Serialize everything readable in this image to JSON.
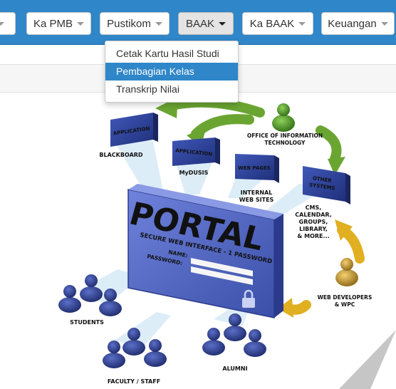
{
  "nav": {
    "buttons": [
      {
        "label": ""
      },
      {
        "label": "Ka PMB"
      },
      {
        "label": "Pustikom"
      },
      {
        "label": "BAAK"
      },
      {
        "label": "Ka BAAK"
      },
      {
        "label": "Keuangan"
      }
    ],
    "dropdown": {
      "items": [
        "Cetak Kartu Hasil Studi",
        "Pembagian Kelas",
        "Transkrip Nilai"
      ],
      "highlighted": "Pembagian Kelas"
    }
  },
  "diagram": {
    "portal_title": "PORTAL",
    "portal_subtitle": "SECURE WEB INTERFACE - 1 PASSWORD",
    "login_name_label": "NAME:",
    "login_password_label": "PASSWORD:",
    "apps": [
      {
        "box_label": "APPLICATION",
        "caption": "BLACKBOARD"
      },
      {
        "box_label": "APPLICATION",
        "caption": "MyDUSIS"
      },
      {
        "box_label": "WEB PAGES",
        "caption_lines": [
          "INTERNAL",
          "WEB SITES"
        ]
      },
      {
        "box_label_lines": [
          "OTHER",
          "SYSTEMS"
        ],
        "caption_lines": [
          "CMS,",
          "CALENDAR,",
          "GROUPS,",
          "LIBRARY,",
          "& MORE..."
        ]
      }
    ],
    "office_label_lines": [
      "OFFICE OF INFORMATION",
      "TECHNOLOGY"
    ],
    "webdev_label_lines": [
      "WEB DEVELOPERS",
      "& WPC"
    ],
    "students_label": "STUDENTS",
    "faculty_label": "FACULTY / STAFF",
    "alumni_label": "ALUMNI",
    "colors": {
      "nav": "#2f86c8",
      "box": "#2b3f9a",
      "portal": "#5064c8",
      "arrow_green": "#6aa532",
      "arrow_yellow": "#e0b021"
    }
  }
}
